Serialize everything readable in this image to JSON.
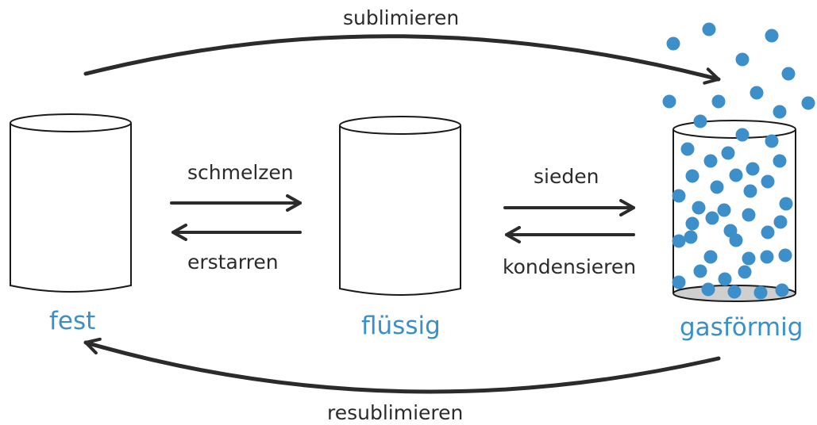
{
  "processes": {
    "sublimieren": "sublimieren",
    "schmelzen": "schmelzen",
    "erstarren": "erstarren",
    "sieden": "sieden",
    "kondensieren": "kondensieren",
    "resublimieren": "resublimieren"
  },
  "states": {
    "fest": "fest",
    "fluessig": "flüssig",
    "gasfoermig": "gasförmig"
  },
  "colors": {
    "arrow": "#2b2b2b",
    "particle": "#3d8fc9",
    "state_label": "#3b8fc7",
    "container_outline": "#1a1a1a",
    "container_base": "#cfcfcf"
  }
}
